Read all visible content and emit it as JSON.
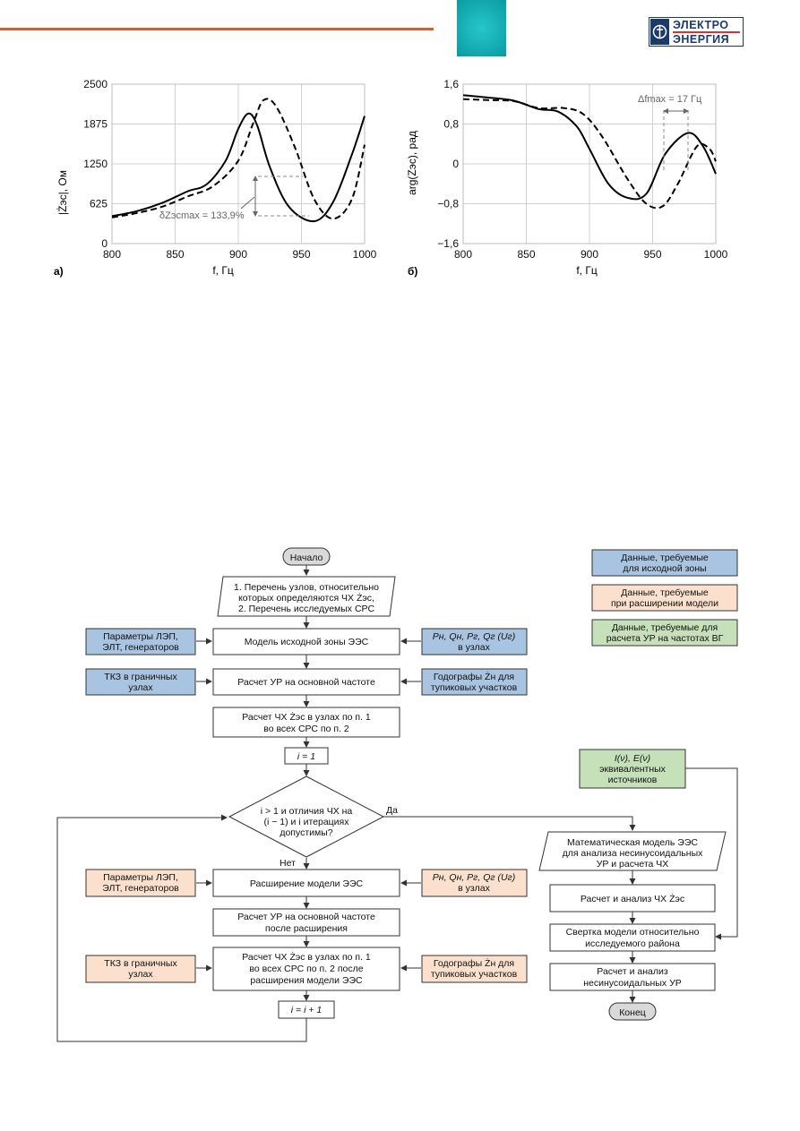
{
  "header": {
    "accent_color": "#e4572e",
    "teal_color": "#10b0b6",
    "logo": {
      "line1": "ЭЛЕКТРО",
      "line2": "ЭНЕРГИЯ",
      "color": "#1b3a6b"
    }
  },
  "chart_data": [
    {
      "type": "line",
      "panel_label": "а)",
      "xlabel": "f, Гц",
      "ylabel": "|Żэс|, Ом",
      "xlim": [
        800,
        1000
      ],
      "ylim": [
        0,
        2500
      ],
      "x_ticks": [
        "800",
        "850",
        "900",
        "950",
        "1000"
      ],
      "y_ticks": [
        "0",
        "625",
        "1250",
        "1875",
        "2500"
      ],
      "grid": true,
      "annotation": "δZэсmax = 133,9%",
      "series": [
        {
          "style": "solid",
          "x": [
            800,
            820,
            840,
            860,
            875,
            890,
            900,
            908,
            915,
            925,
            940,
            960,
            975,
            990,
            1000
          ],
          "y": [
            430,
            510,
            640,
            820,
            930,
            1300,
            1800,
            2040,
            1850,
            1200,
            580,
            350,
            650,
            1400,
            2000
          ]
        },
        {
          "style": "dashed",
          "x": [
            800,
            820,
            840,
            860,
            880,
            900,
            912,
            920,
            930,
            945,
            960,
            975,
            990,
            1000
          ],
          "y": [
            410,
            480,
            580,
            740,
            900,
            1300,
            1900,
            2250,
            2150,
            1500,
            700,
            390,
            700,
            1550
          ]
        }
      ]
    },
    {
      "type": "line",
      "panel_label": "б)",
      "xlabel": "f, Гц",
      "ylabel": "arg(Żэс), рад",
      "xlim": [
        800,
        1000
      ],
      "ylim": [
        -1.6,
        1.6
      ],
      "x_ticks": [
        "800",
        "850",
        "900",
        "950",
        "1000"
      ],
      "y_ticks": [
        "−1,6",
        "−0,8",
        "0",
        "0,8",
        "1,6"
      ],
      "grid": true,
      "annotation": "Δfmax = 17 Гц",
      "series": [
        {
          "style": "solid",
          "x": [
            800,
            820,
            840,
            860,
            875,
            890,
            900,
            915,
            930,
            945,
            960,
            978,
            990,
            1000
          ],
          "y": [
            1.38,
            1.33,
            1.27,
            1.1,
            1.05,
            0.75,
            0.3,
            -0.4,
            -0.68,
            -0.6,
            0.2,
            0.62,
            0.35,
            -0.2
          ]
        },
        {
          "style": "dashed",
          "x": [
            800,
            820,
            840,
            860,
            880,
            895,
            910,
            930,
            945,
            958,
            970,
            985,
            995,
            1000
          ],
          "y": [
            1.3,
            1.28,
            1.26,
            1.12,
            1.12,
            1.0,
            0.55,
            -0.3,
            -0.8,
            -0.85,
            -0.4,
            0.35,
            0.3,
            0.05
          ]
        }
      ]
    }
  ],
  "flowchart": {
    "start": "Начало",
    "end": "Конец",
    "colors": {
      "blue": "#a9c4e0",
      "orange": "#fbe1cd",
      "green": "#c6e0b9"
    },
    "legend": [
      {
        "line1": "Данные, требуемые",
        "line2": "для исходной зоны"
      },
      {
        "line1": "Данные, требуемые",
        "line2": "при расширении модели"
      },
      {
        "line1": "Данные, требуемые для",
        "line2": "расчета УР на частотах ВГ"
      }
    ],
    "input_list": {
      "line1": "1. Перечень узлов, относительно",
      "line2": "которых определяются ЧХ Żэс,",
      "line3": "2. Перечень исследуемых СРС"
    },
    "model_initial": "Модель исходной зоны ЭЭС",
    "calc_base": "Расчет УР на основной частоте",
    "calc_fr": {
      "line1": "Расчет ЧХ Żэс в узлах по п. 1",
      "line2": "во всех СРС по п. 2"
    },
    "i_init": "i = 1",
    "decision": {
      "line1": "i > 1 и отличия ЧХ на",
      "line2": "(i − 1) и i итерациях",
      "line3": "допустимы?"
    },
    "yes": "Да",
    "no": "Нет",
    "expand": "Расширение модели ЭЭС",
    "calc_base_after": {
      "line1": "Расчет УР на основной частоте",
      "line2": "после расширения"
    },
    "calc_fr_after": {
      "line1": "Расчет ЧХ Żэс в узлах по п. 1",
      "line2": "во всех СРС по п. 2 после",
      "line3": "расширения модели ЭЭС"
    },
    "i_inc": "i = i + 1",
    "left_blue_1": {
      "line1": "Параметры ЛЭП,",
      "line2": "ЭЛТ, генераторов"
    },
    "left_blue_2": {
      "line1": "ТКЗ в граничных",
      "line2": "узлах"
    },
    "right_blue_1": {
      "line1": "Pн, Qн, Pг, Qг (Uг)",
      "line2": "в узлах"
    },
    "right_blue_2": {
      "line1": "Годографы Żн для",
      "line2": "тупиковых участков"
    },
    "left_orange_1": {
      "line1": "Параметры ЛЭП,",
      "line2": "ЭЛТ, генераторов"
    },
    "left_orange_2": {
      "line1": "ТКЗ в граничных",
      "line2": "узлах"
    },
    "right_orange_1": {
      "line1": "Pн, Qн, Pг, Qг (Uг)",
      "line2": "в узлах"
    },
    "right_orange_2": {
      "line1": "Годографы Żн для",
      "line2": "тупиковых участков"
    },
    "green_sources": {
      "line1": "I(ν), E(ν)",
      "line2": "эквивалентных",
      "line3": "источников"
    },
    "math_model": {
      "line1": "Математическая модель ЭЭС",
      "line2": "для анализа несинусоидальных",
      "line3": "УР и расчета ЧХ"
    },
    "calc_analysis": "Расчет и анализ ЧХ Żэс",
    "convolution": {
      "line1": "Свертка модели относительно",
      "line2": "исследуемого района"
    },
    "nonsin": {
      "line1": "Расчет и анализ",
      "line2": "несинусоидальных УР"
    }
  }
}
